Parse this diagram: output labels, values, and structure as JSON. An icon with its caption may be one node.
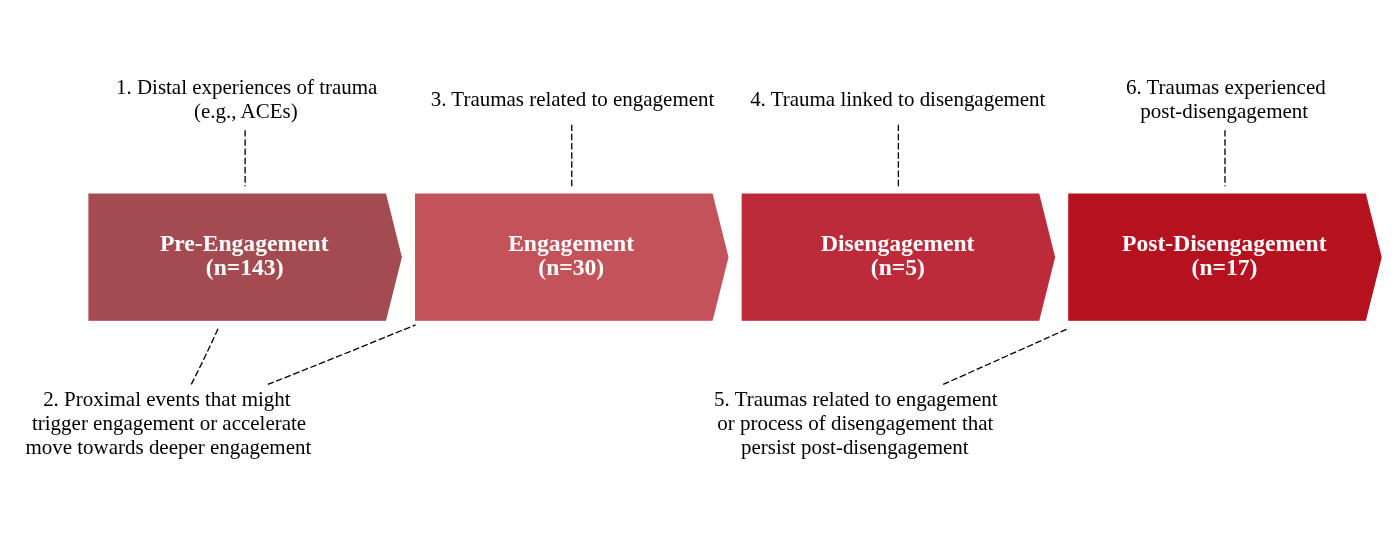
{
  "diagram": {
    "nodes": [
      {
        "text": [
          "1. Distal experiences of trauma (e.g., ACEs)"
        ]
      },
      {
        "text": [
          "3. Traumas related to engagement"
        ]
      },
      {
        "text": [
          "4. Trauma linked to disengagement"
        ]
      },
      {
        "text": [
          "6. Traumas experienced post-disengagement"
        ]
      },
      {
        "text": [
          "Pre-Engagement",
          "(n=143)"
        ]
      },
      {
        "text": [
          "Engagement",
          "(n=30)"
        ]
      },
      {
        "text": [
          "Disengagement",
          "(n=5)"
        ]
      },
      {
        "text": [
          "Post-Disengagement",
          "(n=17)"
        ]
      },
      {
        "text": [
          "2. Proximal events that might trigger engagement or accelerate move towards deeper engagement"
        ]
      },
      {
        "text": [
          "5. Traumas related to engagement or process of disengagement that persist post-disengagement"
        ]
      }
    ],
    "edges": [
      {
        "from": 0,
        "to": 4,
        "arrow": "none",
        "style": "dashed"
      },
      {
        "from": 1,
        "to": 5,
        "arrow": "none",
        "style": "dashed"
      },
      {
        "from": 2,
        "to": 6,
        "arrow": "none",
        "style": "dashed"
      },
      {
        "from": 3,
        "to": 7,
        "arrow": "none",
        "style": "dashed"
      },
      {
        "from": 8,
        "to": 4,
        "arrow": "none",
        "style": "dashed"
      },
      {
        "from": 8,
        "to": 5,
        "arrow": "none",
        "style": "dashed"
      },
      {
        "from": 9,
        "to": 7,
        "arrow": "none",
        "style": "dashed"
      }
    ]
  }
}
